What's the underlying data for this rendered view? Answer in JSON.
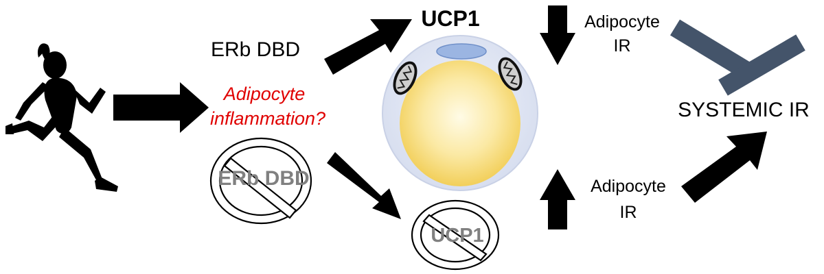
{
  "labels": {
    "erb_dbd": "ERb DBD",
    "erb_dbd_blocked": "ERb DBD",
    "ucp1": "UCP1",
    "ucp1_blocked": "UCP1",
    "question_line1": "Adipocyte",
    "question_line2": "inflammation?",
    "adipocyte_ir_top_line1": "Adipocyte",
    "adipocyte_ir_top_line2": "IR",
    "adipocyte_ir_bottom_line1": "Adipocyte",
    "adipocyte_ir_bottom_line2": "IR",
    "systemic_ir": "SYSTEMIC IR"
  },
  "colors": {
    "arrow": "#000000",
    "question_text": "#e00000",
    "blocked_text": "#808080",
    "inhibition_bar": "#44546a",
    "cell_membrane": "#dde3f2",
    "lipid_droplet": "#f6dc7a",
    "nucleus": "#9bb5e2"
  },
  "icons": {
    "runner": "running-person-icon",
    "no_sign": "prohibition-icon"
  }
}
